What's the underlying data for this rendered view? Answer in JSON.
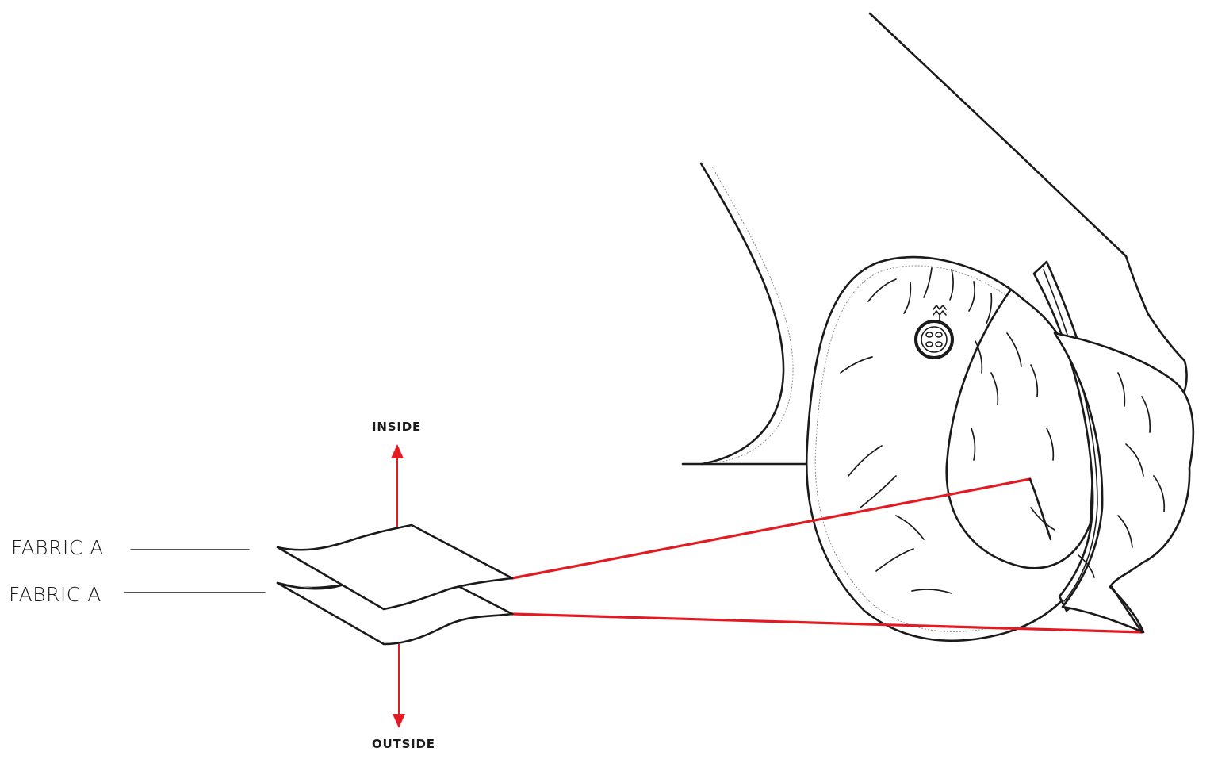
{
  "labels": {
    "fabric_top": "FABRIC A",
    "fabric_bottom": "FABRIC A",
    "inside": "INSIDE",
    "outside": "OUTSIDE"
  },
  "colors": {
    "line": "#1a1a1a",
    "accent_red": "#e21b23",
    "stitch_gray": "#8a8a8a",
    "background": "#ffffff"
  },
  "icons": {
    "button": "button-icon",
    "arrow_up": "arrow-up-icon",
    "arrow_down": "arrow-down-icon"
  }
}
